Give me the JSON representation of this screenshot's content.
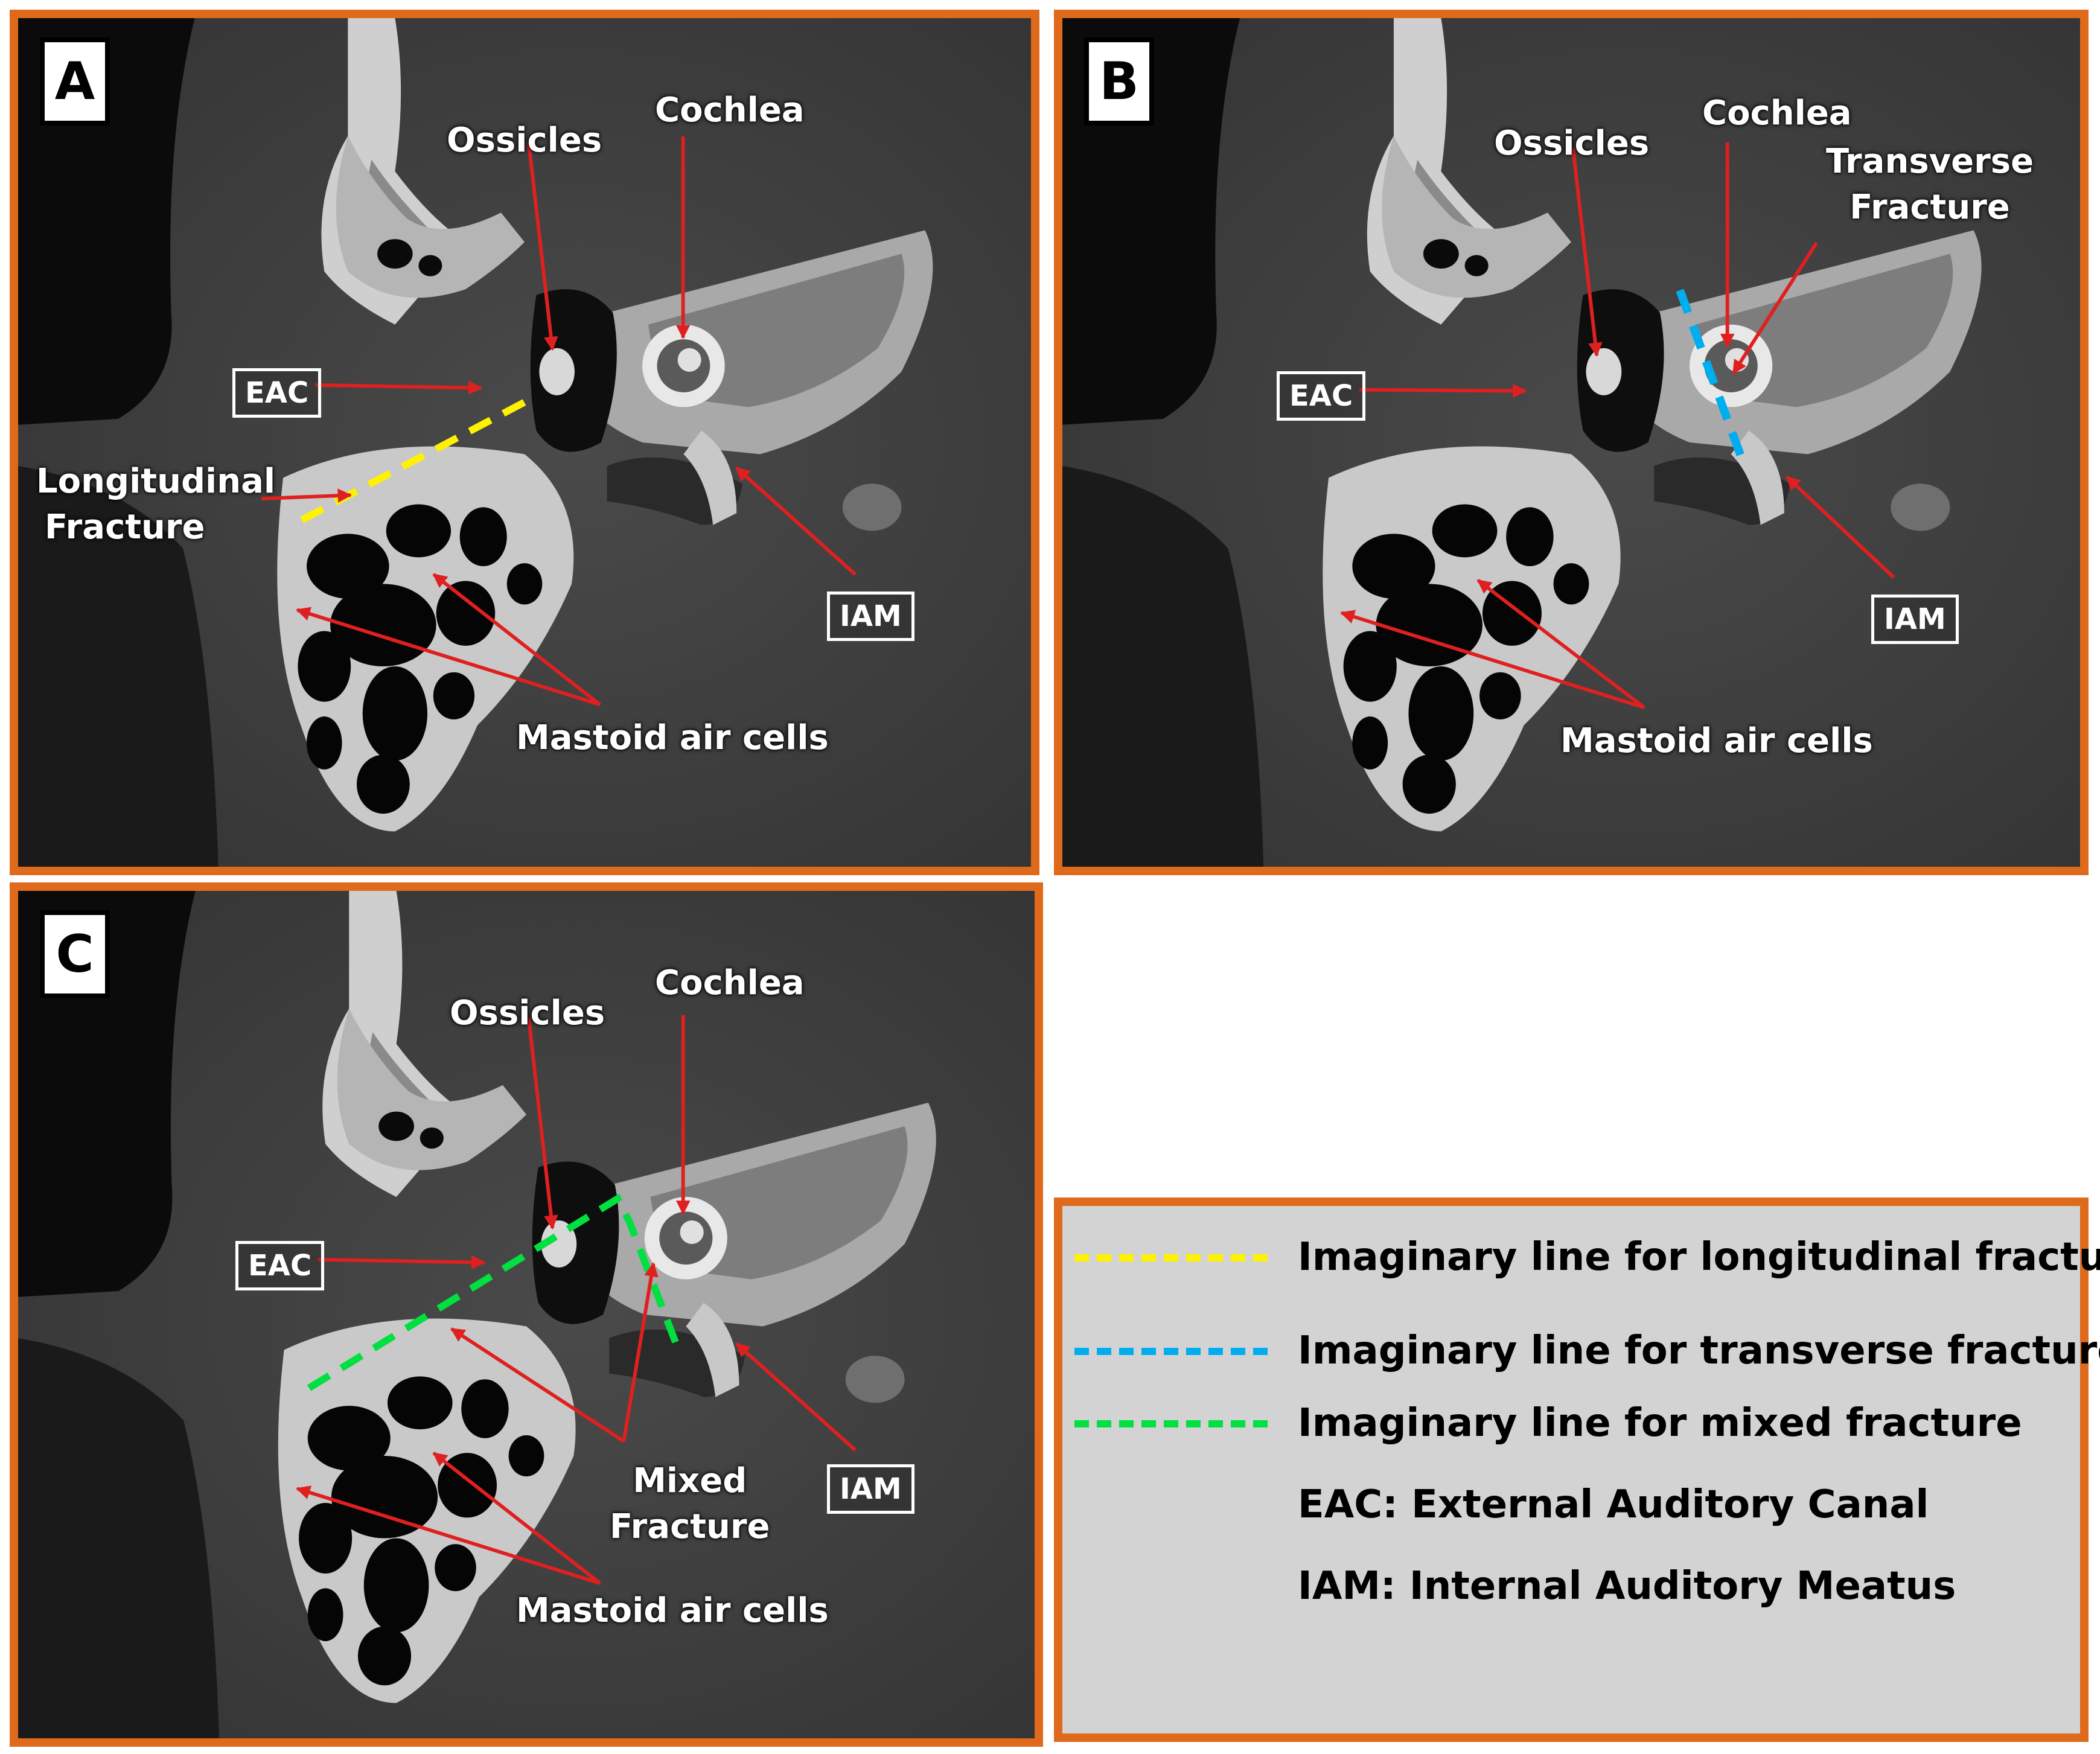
{
  "panels": {
    "a": {
      "letter": "A",
      "labels": {
        "cochlea": "Cochlea",
        "ossicles": "Ossicles",
        "eac": "EAC",
        "fracture_line1": "Longitudinal",
        "fracture_line2": "Fracture",
        "iam": "IAM",
        "mastoid": "Mastoid air cells"
      }
    },
    "b": {
      "letter": "B",
      "labels": {
        "cochlea": "Cochlea",
        "ossicles": "Ossicles",
        "fracture_line1": "Transverse",
        "fracture_line2": "Fracture",
        "eac": "EAC",
        "iam": "IAM",
        "mastoid": "Mastoid air cells"
      }
    },
    "c": {
      "letter": "C",
      "labels": {
        "cochlea": "Cochlea",
        "ossicles": "Ossicles",
        "eac": "EAC",
        "fracture_line1": "Mixed",
        "fracture_line2": "Fracture",
        "iam": "IAM",
        "mastoid": "Mastoid air cells"
      }
    }
  },
  "legend": {
    "items": [
      {
        "text": "Imaginary line for longitudinal fracture",
        "color": "#FFF200"
      },
      {
        "text": "Imaginary line for transverse fracture",
        "color": "#00AEEF"
      },
      {
        "text": "Imaginary line for mixed fracture",
        "color": "#00E040"
      }
    ],
    "abbreviations": [
      "EAC: External Auditory Canal",
      "IAM: Internal Auditory Meatus"
    ]
  },
  "colors": {
    "frame": "#E06A1B",
    "arrow": "#E02020",
    "longitudinal": "#FFF200",
    "transverse": "#00AEEF",
    "mixed": "#00E040"
  }
}
